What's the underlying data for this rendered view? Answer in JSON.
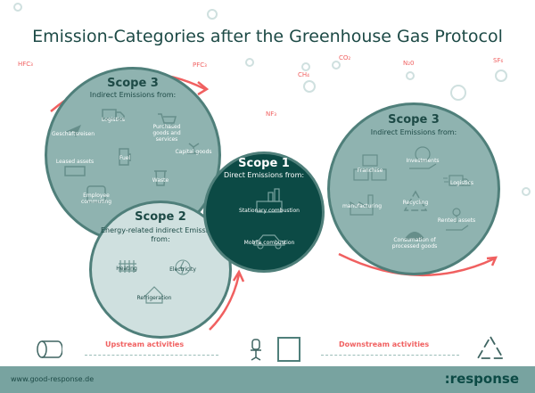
{
  "title": "Emission-Categories after the Greenhouse Gas Protocol",
  "gases": [
    "HFC₃",
    "PFC₃",
    "CH₄",
    "CO₂",
    "N₂0",
    "SF₆",
    "NF₃"
  ],
  "scope3_left": {
    "heading": "Scope 3",
    "sub": "Indirect Emissions from:",
    "items": [
      "Logistics",
      "Geschäftsreisen",
      "Purchased goods and services",
      "Capital goods",
      "Leased assets",
      "Fuel",
      "Waste",
      "Employee commuting"
    ]
  },
  "scope2": {
    "heading": "Scope 2",
    "sub": "Energy-related indirect Emissions from:",
    "items": [
      "Heating",
      "Electricity",
      "Refrigeration"
    ]
  },
  "scope1": {
    "heading": "Scope 1",
    "sub": "Direct Emissions from:",
    "items": [
      "Stationary combustion",
      "Mobile combustion"
    ]
  },
  "scope3_right": {
    "heading": "Scope 3",
    "sub": "Indirect Emissions from:",
    "items": [
      "Franchise",
      "Investments",
      "Logistics",
      "manufacturing",
      "Recycling",
      "Rented assets",
      "Consumation of processed goods"
    ]
  },
  "activities": {
    "upstream": "Upstream activities",
    "downstream": "Downstream activities"
  },
  "footer": {
    "url": "www.good-response.de",
    "logo": ":response"
  },
  "colors": {
    "accent": "#f06060",
    "dark": "#0c4a45",
    "footer": "#78a3a0"
  }
}
